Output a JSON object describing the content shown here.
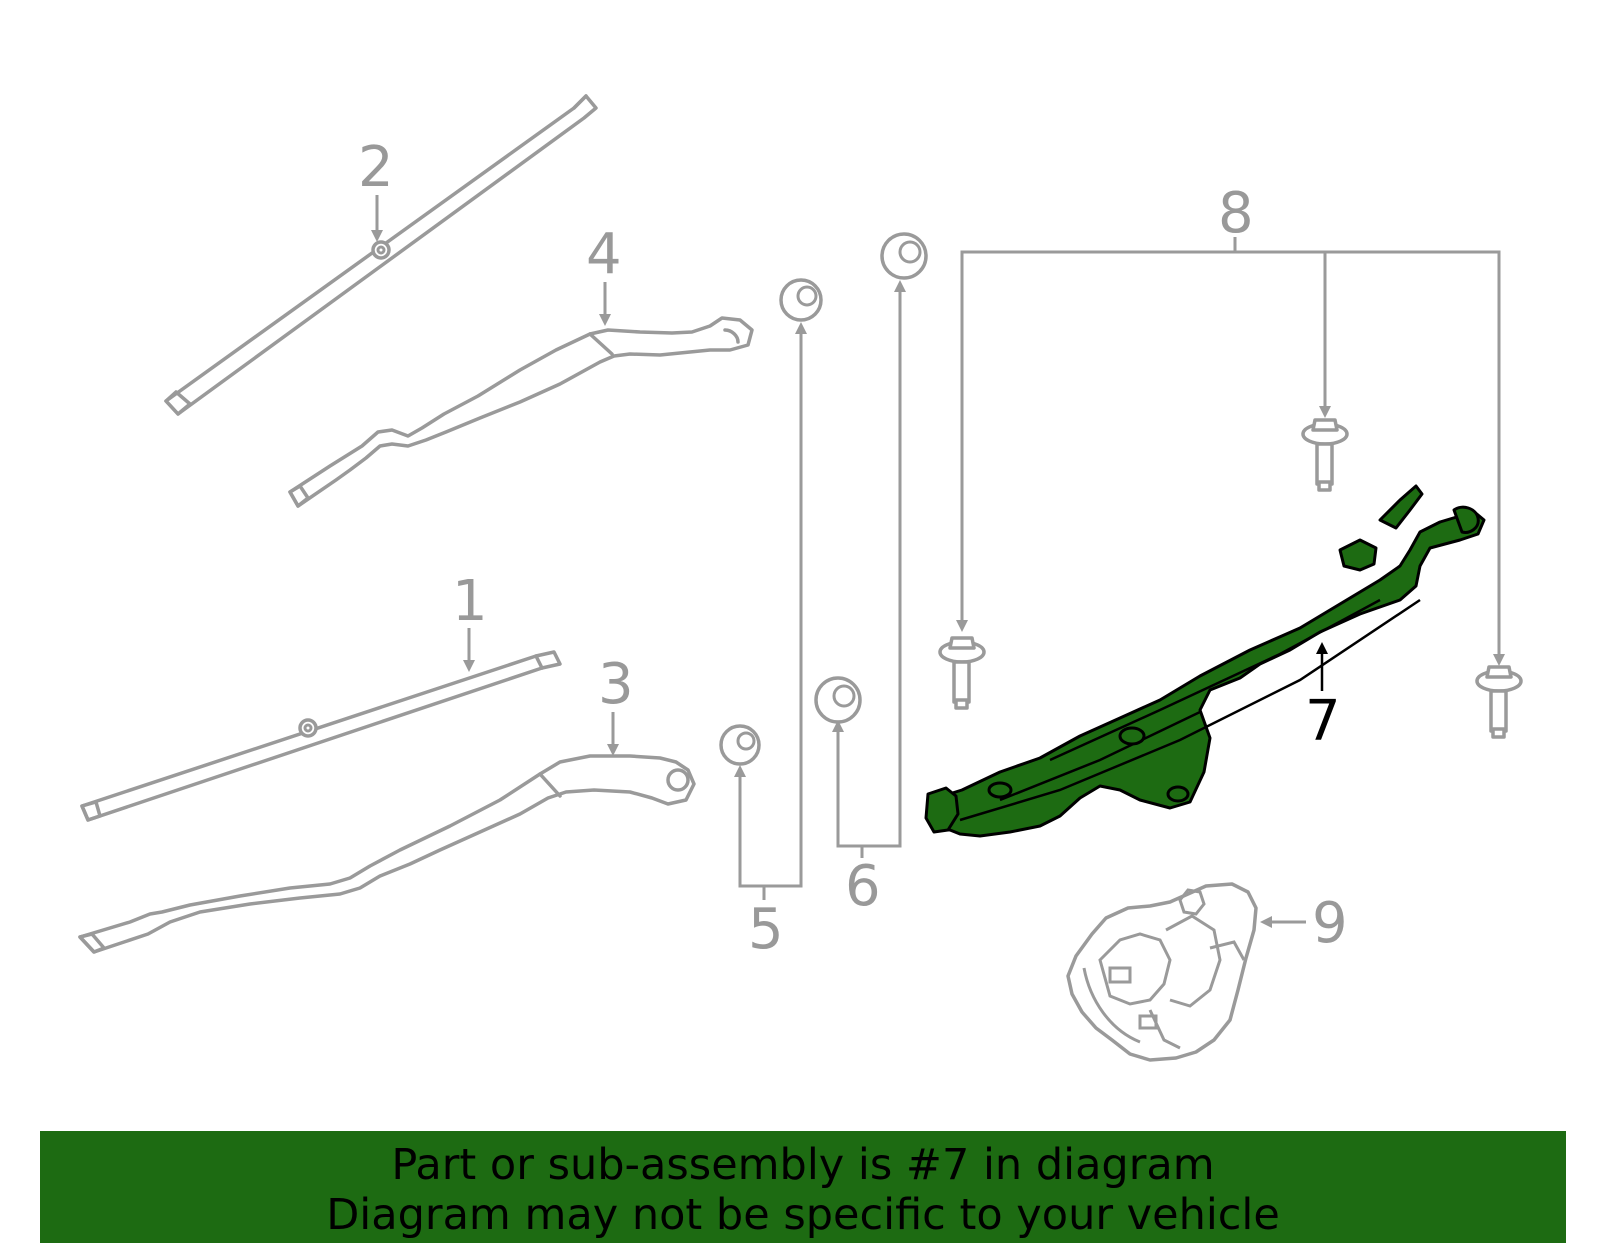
{
  "callouts": {
    "c1": "1",
    "c2": "2",
    "c3": "3",
    "c4": "4",
    "c5": "5",
    "c6": "6",
    "c7": "7",
    "c8": "8",
    "c9": "9"
  },
  "highlighted_part": "7",
  "colors": {
    "highlight": "#1d6b12",
    "line": "#9a9a9a",
    "banner_background": "#1d6b12",
    "banner_text": "#000000"
  },
  "banner": {
    "line1": "Part or sub-assembly is #7 in diagram",
    "line2": "Diagram may not be specific to your vehicle"
  }
}
